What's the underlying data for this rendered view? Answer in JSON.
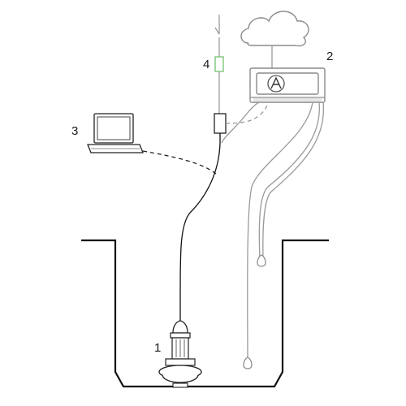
{
  "callouts": {
    "pump": "1",
    "controller": "2",
    "laptop": "3",
    "switch": "4"
  },
  "colors": {
    "line_dark": "#111111",
    "line_grey": "#9a9a9a",
    "switch_accent": "#7fc67a",
    "background": "#ffffff"
  },
  "icons": {
    "cloud": "cloud-icon",
    "controller_logo": "controller-logo-icon",
    "laptop": "laptop-icon",
    "pump": "submersible-pump-icon",
    "float": "float-switch-icon"
  }
}
